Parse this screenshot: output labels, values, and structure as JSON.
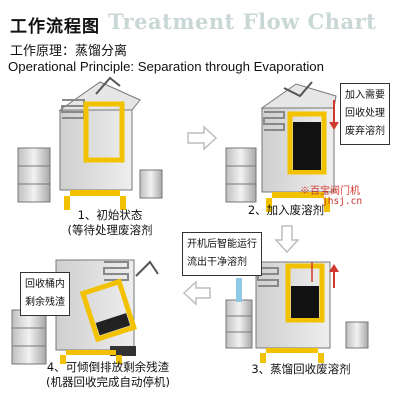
{
  "header": {
    "title_cn": "工作流程图",
    "title_en": "Treatment Flow Chart",
    "principle_cn": "工作原理：蒸馏分离",
    "principle_en": "Operational Principle: Separation through Evaporation"
  },
  "steps": [
    {
      "caption_line1": "1、初始状态",
      "caption_line2": "(等待处理废溶剂"
    },
    {
      "caption_line1": "2、加入废溶剂"
    },
    {
      "caption_line1": "3、蒸馏回收废溶剂"
    },
    {
      "caption_line1": "4、可倾倒排放剩余残渣",
      "caption_line2": "(机器回收完成自动停机)"
    }
  ],
  "notes": {
    "step2": [
      "加入需要",
      "回收处理",
      "废弃溶剂"
    ],
    "step3": [
      "开机后智能运行",
      "流出干净溶剂"
    ],
    "step4": [
      "回收桶内",
      "剩余残渣"
    ]
  },
  "watermark": {
    "line1": "※百宝阀门机",
    "line2": "jhsj.cn"
  },
  "colors": {
    "yellow": "#f2c200",
    "black": "#111111",
    "gray_body": "#d9d9d9",
    "gray_dark": "#9a9a9a",
    "arrow_gray": "#bdbdbd",
    "blue_stream": "#8ecae6",
    "red_arrow": "#d0392b"
  }
}
